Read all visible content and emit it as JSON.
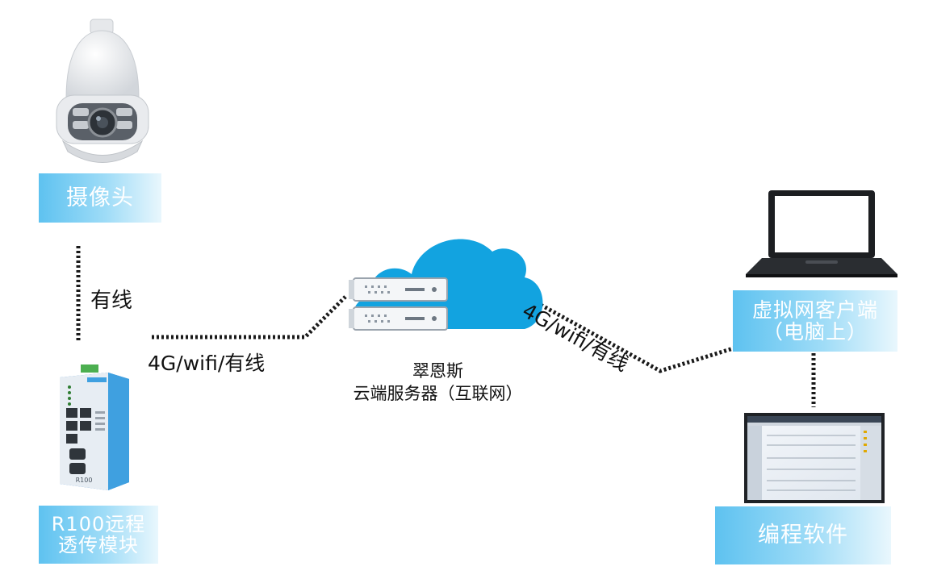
{
  "nodes": {
    "camera": {
      "label": "摄像头"
    },
    "module": {
      "label_line1": "R100远程",
      "label_line2": "透传模块",
      "device_text": "R100"
    },
    "cloud": {
      "label_line1": "翠恩斯",
      "label_line2": "云端服务器（互联网）"
    },
    "client": {
      "label_line1": "虚拟网客户端",
      "label_line2": "（电脑上）"
    },
    "software": {
      "label": "编程软件"
    }
  },
  "connections": {
    "camera_module": "有线",
    "module_cloud": "4G/wifi/有线",
    "cloud_client": "4G/wifi/有线"
  },
  "colors": {
    "label_bg": "#5ec2f0",
    "cloud_blue": "#12a3e0",
    "device_blue": "#3fa0e0",
    "line": "#1a1a1a"
  }
}
